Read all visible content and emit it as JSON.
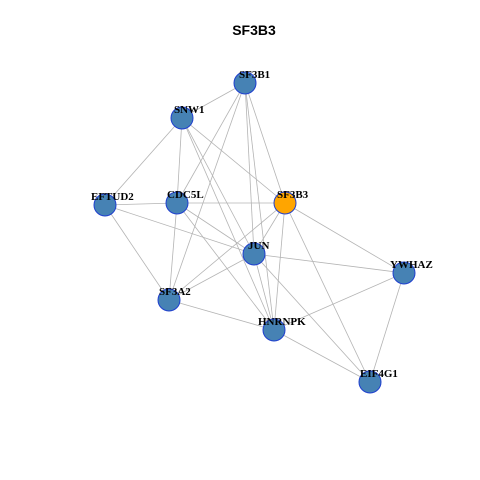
{
  "title": "SF3B3",
  "colors": {
    "node_default": "#4682b4",
    "node_focus": "#ffa500",
    "node_border": "#1f3fcf",
    "edge": "#b4b4b4"
  },
  "nodes": [
    {
      "id": "SF3B1",
      "label": "SF3B1",
      "focus": false
    },
    {
      "id": "SNW1",
      "label": "SNW1",
      "focus": false
    },
    {
      "id": "EFTUD2",
      "label": "EFTUD2",
      "focus": false
    },
    {
      "id": "CDC5L",
      "label": "CDC5L",
      "focus": false
    },
    {
      "id": "SF3B3",
      "label": "SF3B3",
      "focus": true
    },
    {
      "id": "JUN",
      "label": "JUN",
      "focus": false
    },
    {
      "id": "YWHAZ",
      "label": "YWHAZ",
      "focus": false
    },
    {
      "id": "SF3A2",
      "label": "SF3A2",
      "focus": false
    },
    {
      "id": "HNRNPK",
      "label": "HNRNPK",
      "focus": false
    },
    {
      "id": "EIF4G1",
      "label": "EIF4G1",
      "focus": false
    }
  ],
  "edges": [
    [
      "SF3B1",
      "SNW1"
    ],
    [
      "SF3B1",
      "CDC5L"
    ],
    [
      "SF3B1",
      "SF3B3"
    ],
    [
      "SF3B1",
      "JUN"
    ],
    [
      "SF3B1",
      "SF3A2"
    ],
    [
      "SF3B1",
      "HNRNPK"
    ],
    [
      "SNW1",
      "EFTUD2"
    ],
    [
      "SNW1",
      "CDC5L"
    ],
    [
      "SNW1",
      "SF3B3"
    ],
    [
      "SNW1",
      "JUN"
    ],
    [
      "SNW1",
      "HNRNPK"
    ],
    [
      "EFTUD2",
      "CDC5L"
    ],
    [
      "EFTUD2",
      "JUN"
    ],
    [
      "EFTUD2",
      "SF3A2"
    ],
    [
      "CDC5L",
      "SF3B3"
    ],
    [
      "CDC5L",
      "SF3A2"
    ],
    [
      "CDC5L",
      "HNRNPK"
    ],
    [
      "CDC5L",
      "JUN"
    ],
    [
      "SF3B3",
      "JUN"
    ],
    [
      "SF3B3",
      "SF3A2"
    ],
    [
      "SF3B3",
      "HNRNPK"
    ],
    [
      "SF3B3",
      "YWHAZ"
    ],
    [
      "SF3B3",
      "EIF4G1"
    ],
    [
      "JUN",
      "YWHAZ"
    ],
    [
      "JUN",
      "SF3A2"
    ],
    [
      "JUN",
      "HNRNPK"
    ],
    [
      "JUN",
      "EIF4G1"
    ],
    [
      "YWHAZ",
      "HNRNPK"
    ],
    [
      "YWHAZ",
      "EIF4G1"
    ],
    [
      "SF3A2",
      "HNRNPK"
    ],
    [
      "HNRNPK",
      "EIF4G1"
    ]
  ]
}
